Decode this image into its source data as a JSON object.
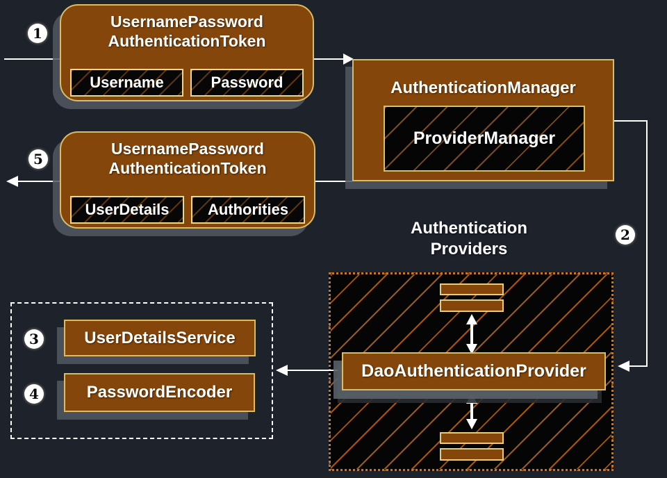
{
  "colors": {
    "background": "#1d222b",
    "box_brown": "#84460b",
    "border_gold": "#d9bc66",
    "hatch_orange": "#ab5c14",
    "connector_white": "#ffffff",
    "shadow_gray": "#525861"
  },
  "badges": {
    "step1": "1",
    "step2": "2",
    "step3": "3",
    "step4": "4",
    "step5": "5"
  },
  "request_token": {
    "title1": "UsernamePassword",
    "title2": "AuthenticationToken",
    "field1": "Username",
    "field2": "Password"
  },
  "result_token": {
    "title1": "UsernamePassword",
    "title2": "AuthenticationToken",
    "field1": "UserDetails",
    "field2": "Authorities"
  },
  "manager": {
    "title": "AuthenticationManager",
    "inner": "ProviderManager"
  },
  "providers": {
    "label1": "Authentication",
    "label2": "Providers",
    "dao": "DaoAuthenticationProvider"
  },
  "services": {
    "item1": "UserDetailsService",
    "item2": "PasswordEncoder"
  }
}
